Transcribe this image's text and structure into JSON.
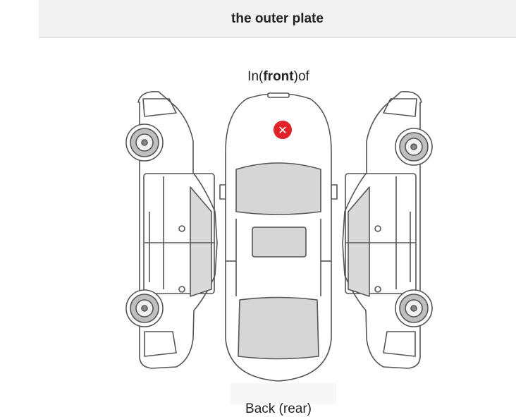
{
  "header": {
    "title": "the outer plate"
  },
  "labels": {
    "front_prefix": "In(",
    "front_bold": "front",
    "front_suffix": ")of",
    "rear": "Back (rear)"
  },
  "marker": {
    "symbol": "✕",
    "color": "#e0222a"
  }
}
